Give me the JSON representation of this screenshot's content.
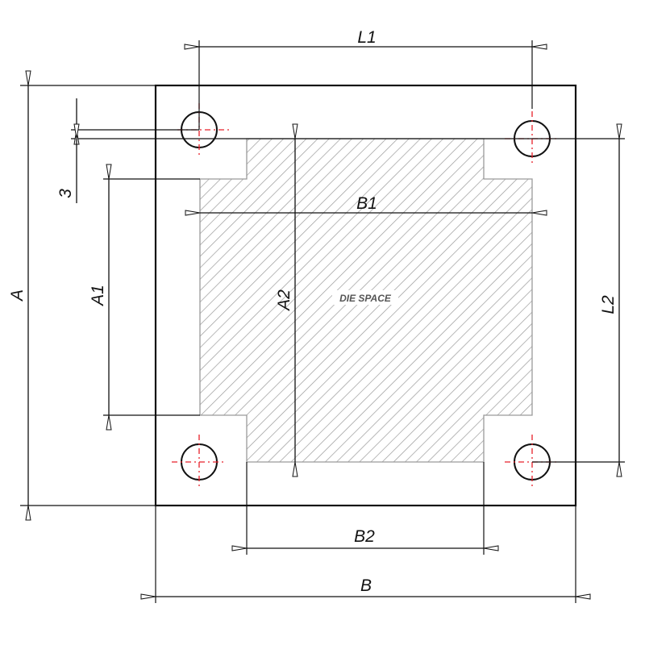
{
  "labels": {
    "L1": "L1",
    "L2": "L2",
    "A": "A",
    "A1": "A1",
    "A2": "A2",
    "B": "B",
    "B1": "B1",
    "B2": "B2",
    "offset": "3",
    "die_space": "DIE SPACE"
  },
  "colors": {
    "outline": "#111111",
    "hatch": "#9a9a9a",
    "centerline": "#e8202a"
  }
}
